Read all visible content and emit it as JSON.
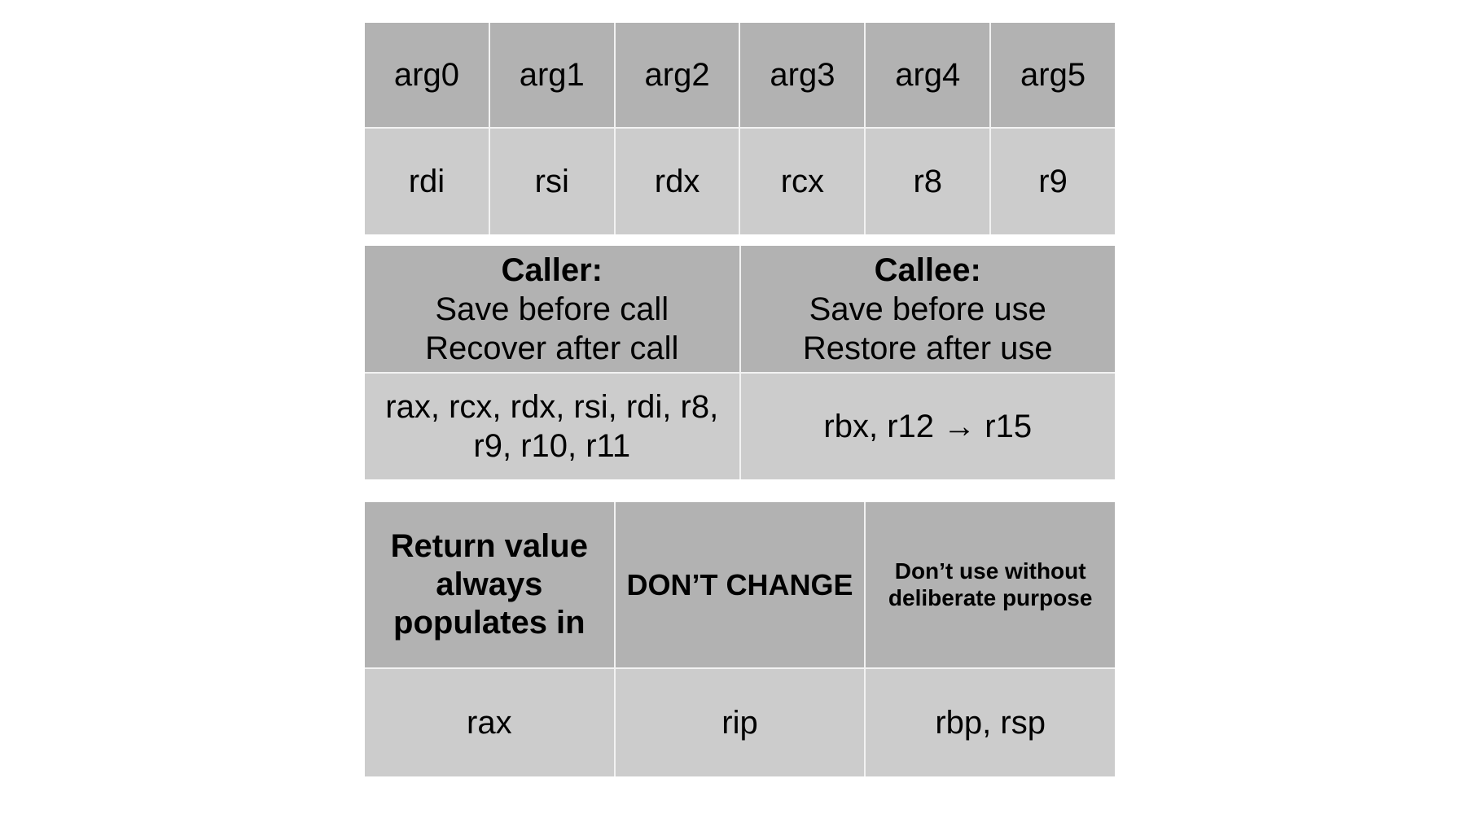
{
  "args_table": {
    "headers": [
      "arg0",
      "arg1",
      "arg2",
      "arg3",
      "arg4",
      "arg5"
    ],
    "registers": [
      "rdi",
      "rsi",
      "rdx",
      "rcx",
      "r8",
      "r9"
    ]
  },
  "save_table": {
    "caller": {
      "title": "Caller:",
      "line1": "Save before call",
      "line2": "Recover after call",
      "registers_line1": "rax, rcx, rdx, rsi, rdi, r8,",
      "registers_line2": "r9, r10, r11"
    },
    "callee": {
      "title": "Callee:",
      "line1": "Save before use",
      "line2": "Restore after use",
      "registers": "rbx, r12 → r15"
    }
  },
  "special_table": {
    "return_header": "Return value always populates in",
    "return_register": "rax",
    "dont_change_header": "DON’T CHANGE",
    "dont_change_register": "rip",
    "deliberate_header": "Don’t use without deliberate purpose",
    "deliberate_registers": "rbp, rsp"
  },
  "colors": {
    "header_fill": "#b2b2b2",
    "value_fill": "#cccccc",
    "border": "#f2f2f2"
  }
}
